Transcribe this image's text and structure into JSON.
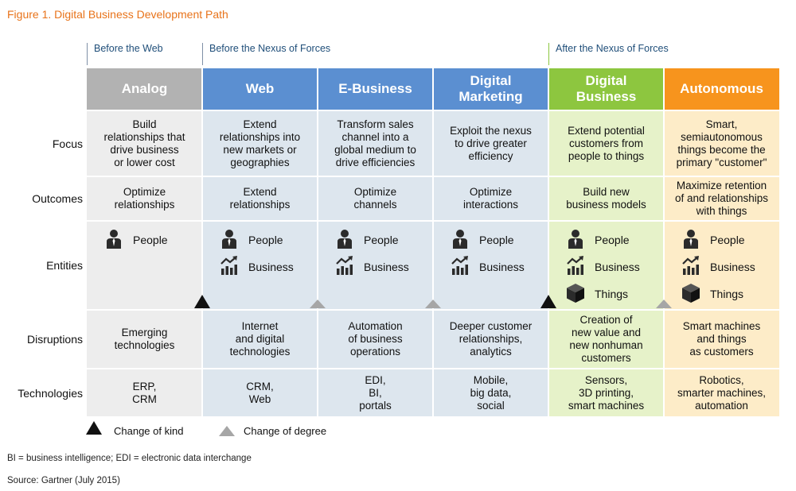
{
  "figure_title": "Figure 1. Digital Business Development Path",
  "eras": [
    "Before the Web",
    "Before the Nexus of Forces",
    "After the Nexus of Forces"
  ],
  "columns": [
    {
      "name": "Analog",
      "header_color": "#b2b2b2",
      "bg_color": "#ededed",
      "focus": "Build\nrelationships that\ndrive business\nor lower cost",
      "outcomes": "Optimize\nrelationships",
      "entities": [
        "People"
      ],
      "disruptions": "Emerging\ntechnologies",
      "technologies": "ERP,\nCRM"
    },
    {
      "name": "Web",
      "header_color": "#5b8fd1",
      "bg_color": "#dde6ee",
      "focus": "Extend\nrelationships into\nnew markets or\ngeographies",
      "outcomes": "Extend\nrelationships",
      "entities": [
        "People",
        "Business"
      ],
      "disruptions": "Internet\nand digital\ntechnologies",
      "technologies": "CRM,\nWeb"
    },
    {
      "name": "E-Business",
      "header_color": "#5b8fd1",
      "bg_color": "#dde6ee",
      "focus": "Transform sales\nchannel into a\nglobal medium to\ndrive efficiencies",
      "outcomes": "Optimize\nchannels",
      "entities": [
        "People",
        "Business"
      ],
      "disruptions": "Automation\nof business\noperations",
      "technologies": "EDI,\nBI,\nportals"
    },
    {
      "name": "Digital\nMarketing",
      "header_color": "#5b8fd1",
      "bg_color": "#dde6ee",
      "focus": "Exploit the nexus\nto drive greater\nefficiency",
      "outcomes": "Optimize\ninteractions",
      "entities": [
        "People",
        "Business"
      ],
      "disruptions": "Deeper customer\nrelationships,\nanalytics",
      "technologies": "Mobile,\nbig data,\nsocial"
    },
    {
      "name": "Digital\nBusiness",
      "header_color": "#8dc63f",
      "bg_color": "#e6f2c9",
      "focus": "Extend potential\ncustomers from\npeople to things",
      "outcomes": "Build new\nbusiness models",
      "entities": [
        "People",
        "Business",
        "Things"
      ],
      "disruptions": "Creation of\nnew value and\nnew nonhuman\ncustomers",
      "technologies": "Sensors,\n3D printing,\nsmart machines"
    },
    {
      "name": "Autonomous",
      "header_color": "#f7941d",
      "bg_color": "#fdecc8",
      "focus": "Smart,\nsemiautonomous\nthings become the\nprimary \"customer\"",
      "outcomes": "Maximize retention\nof and relationships\nwith things",
      "entities": [
        "People",
        "Business",
        "Things"
      ],
      "disruptions": "Smart machines\nand things\nas customers",
      "technologies": "Robotics,\nsmarter machines,\nautomation"
    }
  ],
  "row_labels": [
    "Focus",
    "Outcomes",
    "Entities",
    "Disruptions",
    "Technologies"
  ],
  "markers": [
    "kind",
    "degree",
    "degree",
    "kind",
    "degree"
  ],
  "legend": {
    "kind": "Change of kind",
    "degree": "Change of degree"
  },
  "footnote": "BI = business intelligence; EDI = electronic data interchange",
  "source": "Source: Gartner (July 2015)",
  "icons": {
    "people": "person-icon",
    "business": "chart-up-icon",
    "things": "cube-icon"
  }
}
